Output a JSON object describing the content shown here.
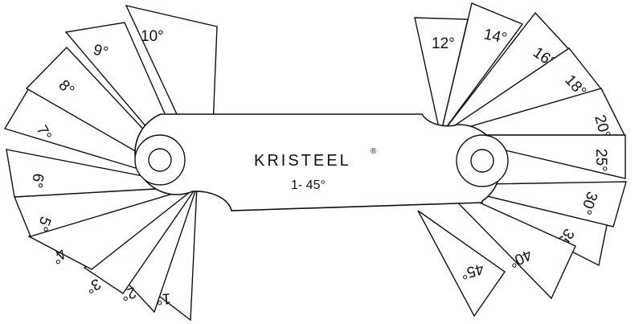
{
  "brand": {
    "name": "KRISTEEL",
    "registered_mark": "®"
  },
  "range_label": "1- 45°",
  "left_blades": [
    {
      "label": "1°"
    },
    {
      "label": "2°"
    },
    {
      "label": "3°"
    },
    {
      "label": "4°"
    },
    {
      "label": "5°"
    },
    {
      "label": "6°"
    },
    {
      "label": "7°"
    },
    {
      "label": "8°"
    },
    {
      "label": "9°"
    },
    {
      "label": "10°"
    }
  ],
  "right_blades": [
    {
      "label": "12°"
    },
    {
      "label": "14°"
    },
    {
      "label": "16°"
    },
    {
      "label": "18°"
    },
    {
      "label": "20°"
    },
    {
      "label": "25°"
    },
    {
      "label": "30°"
    },
    {
      "label": "35°"
    },
    {
      "label": "40°"
    },
    {
      "label": "45°"
    }
  ],
  "colors": {
    "stroke": "#111111",
    "fill": "#ffffff"
  }
}
